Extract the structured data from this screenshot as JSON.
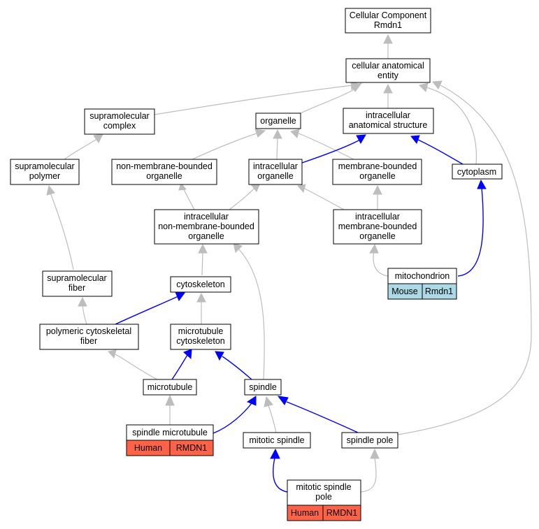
{
  "nodes": {
    "cc_root": [
      "Cellular Component",
      "Rmdn1"
    ],
    "cae": [
      "cellular anatomical",
      "entity"
    ],
    "supramolecular_complex": [
      "supramolecular",
      "complex"
    ],
    "organelle": [
      "organelle"
    ],
    "ias": [
      "intracellular",
      "anatomical structure"
    ],
    "supramolecular_polymer": [
      "supramolecular",
      "polymer"
    ],
    "nmbo": [
      "non-membrane-bounded",
      "organelle"
    ],
    "intracellular_organelle": [
      "intracellular",
      "organelle"
    ],
    "mbo": [
      "membrane-bounded",
      "organelle"
    ],
    "cytoplasm": [
      "cytoplasm"
    ],
    "inmbo": [
      "intracellular",
      "non-membrane-bounded",
      "organelle"
    ],
    "imbo": [
      "intracellular",
      "membrane-bounded",
      "organelle"
    ],
    "supramolecular_fiber": [
      "supramolecular",
      "fiber"
    ],
    "cytoskeleton": [
      "cytoskeleton"
    ],
    "mitochondrion": [
      "mitochondrion"
    ],
    "pcf": [
      "polymeric cytoskeletal",
      "fiber"
    ],
    "mt_cytoskeleton": [
      "microtubule",
      "cytoskeleton"
    ],
    "microtubule": [
      "microtubule"
    ],
    "spindle": [
      "spindle"
    ],
    "spindle_microtubule": [
      "spindle microtubule"
    ],
    "mitotic_spindle": [
      "mitotic spindle"
    ],
    "spindle_pole": [
      "spindle pole"
    ],
    "mitotic_spindle_pole": [
      "mitotic spindle",
      "pole"
    ]
  },
  "annotations": {
    "mitochondrion": {
      "species": "Mouse",
      "gene": "Rmdn1",
      "color": "#add8e6"
    },
    "spindle_microtubule": {
      "species": "Human",
      "gene": "RMDN1",
      "color": "#ff6347"
    },
    "mitotic_spindle_pole": {
      "species": "Human",
      "gene": "RMDN1",
      "color": "#ff6347"
    }
  },
  "colors": {
    "is_a_edge": "#bdbdbd",
    "part_of_edge": "#0000ff"
  }
}
